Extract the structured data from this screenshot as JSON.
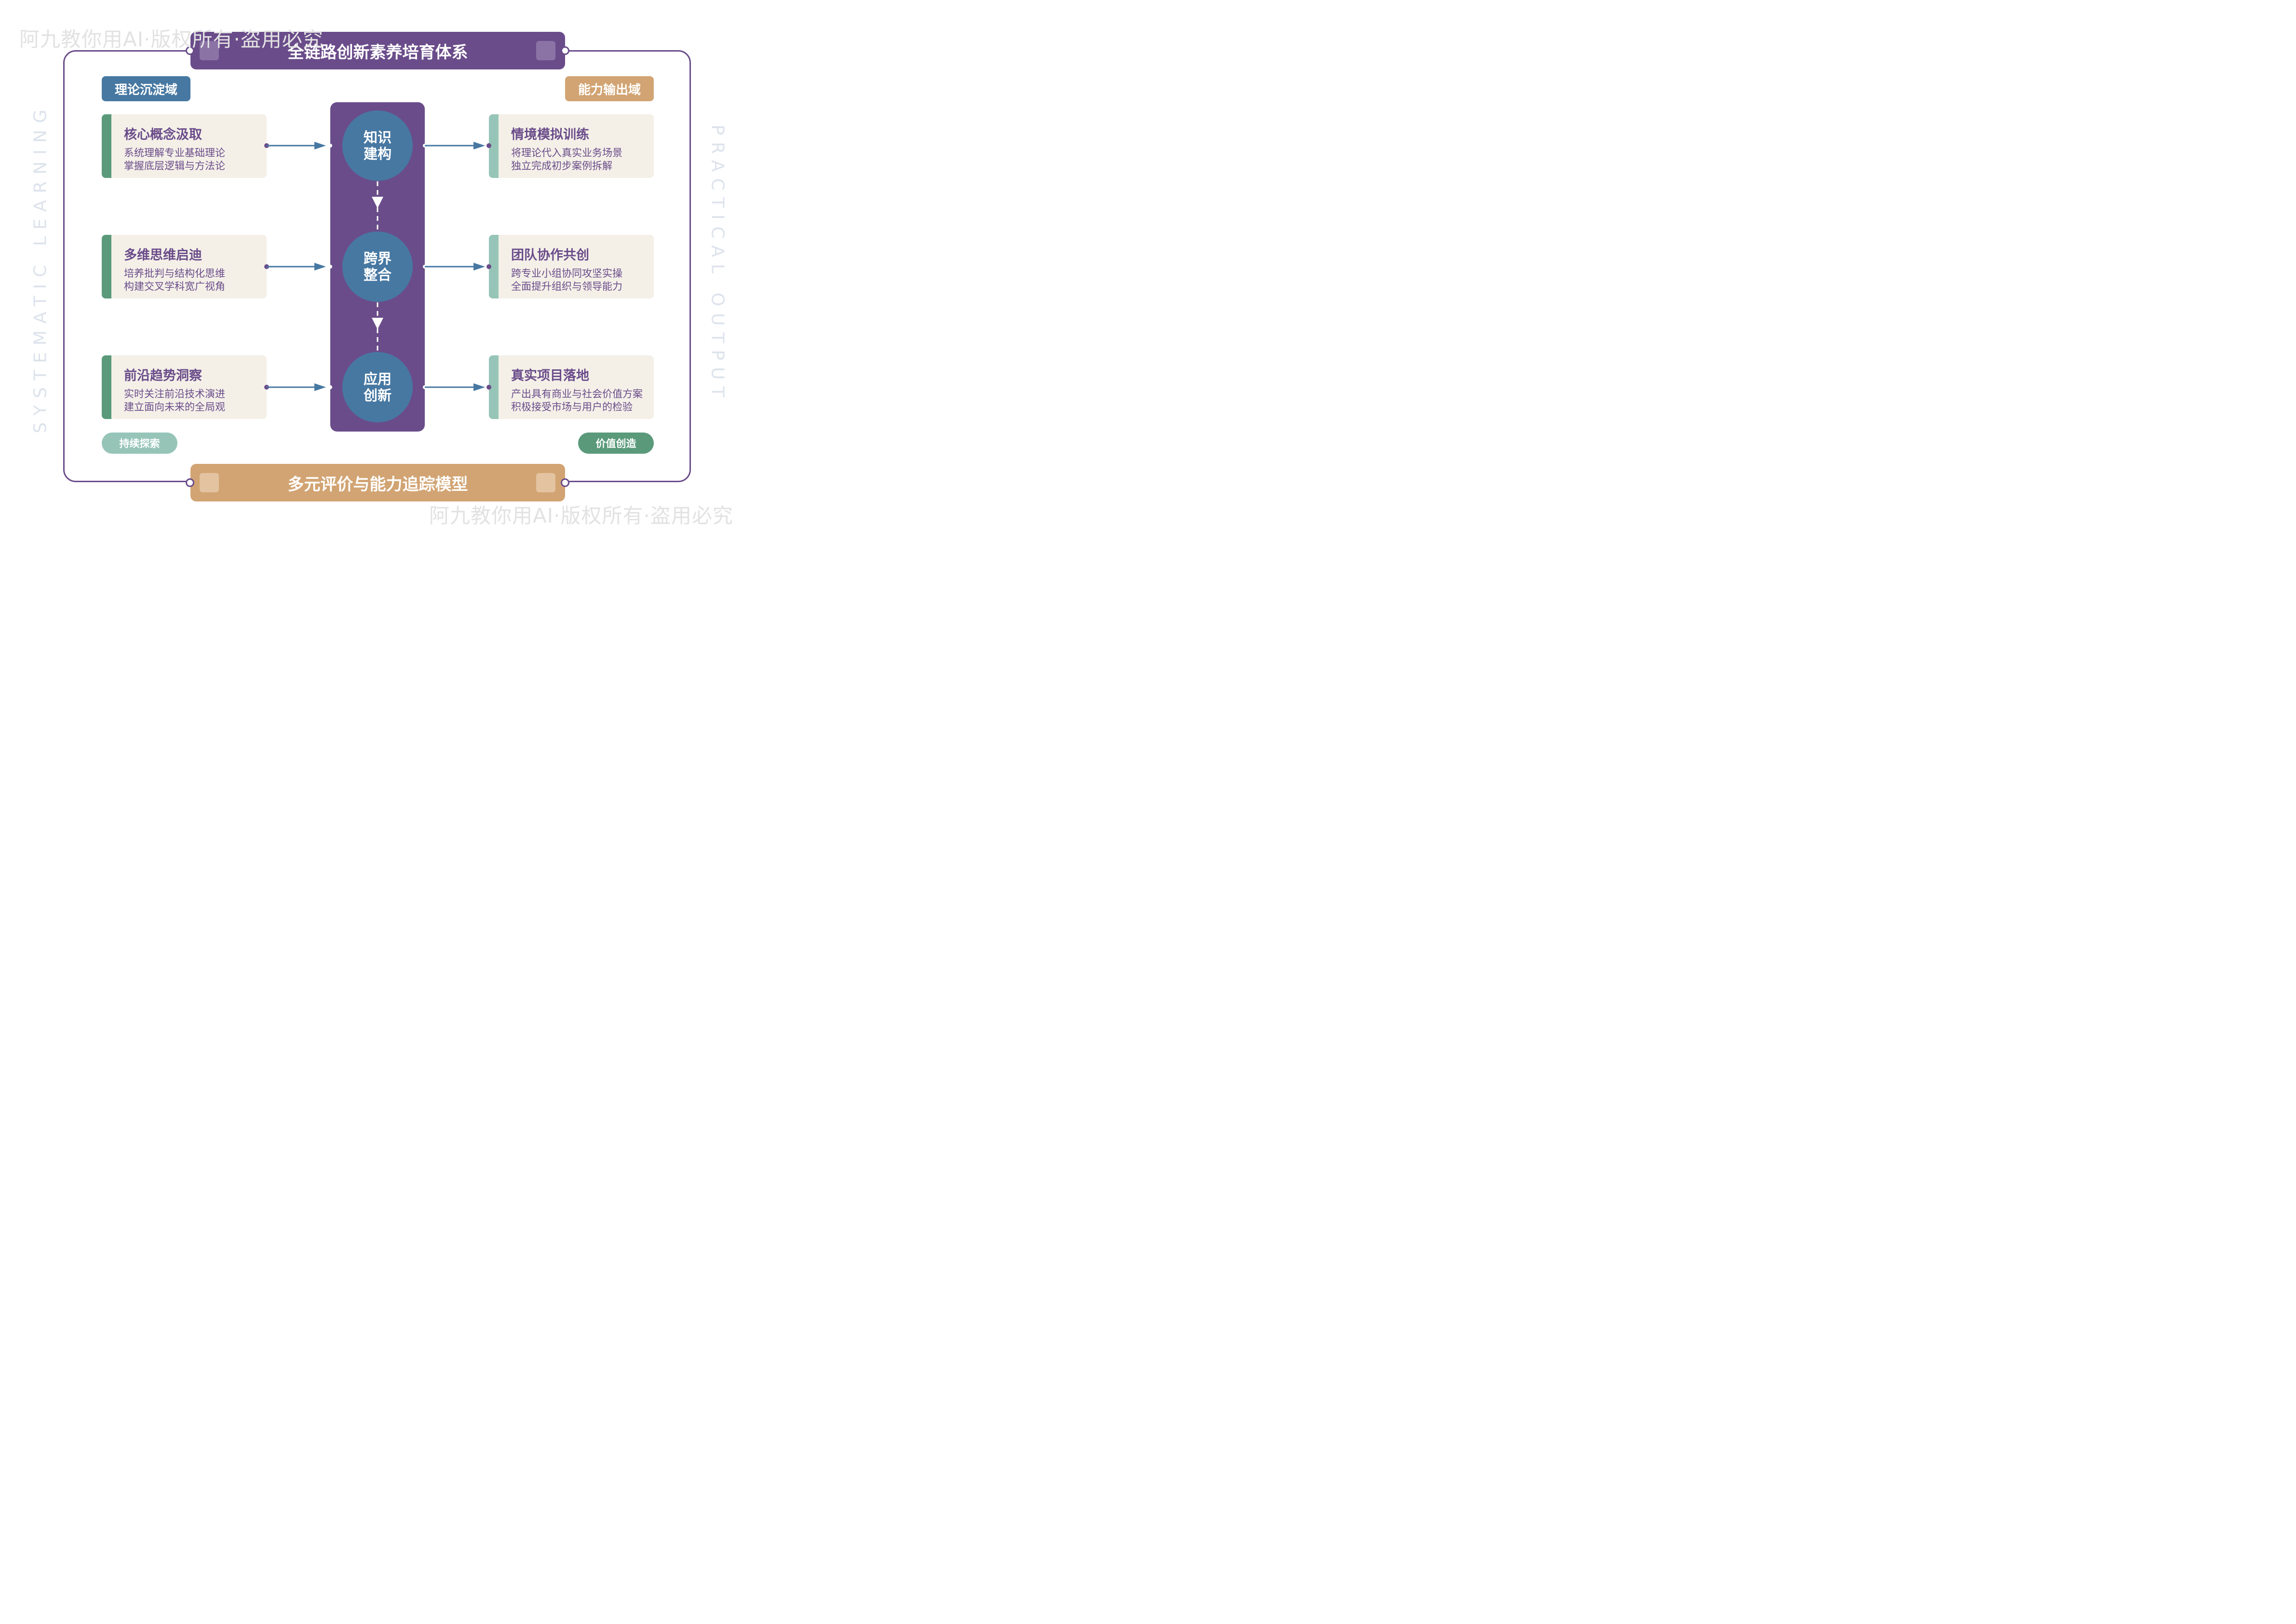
{
  "watermark": "阿九教你用AI·版权所有·盗用必究",
  "header": {
    "title": "全链路创新素养培育体系"
  },
  "footer": {
    "title": "多元评价与能力追踪模型"
  },
  "domains": {
    "left": "理论沉淀域",
    "right": "能力输出域"
  },
  "side_labels": {
    "left": "SYSTEMATIC LEARNING",
    "right": "PRACTICAL OUTPUT"
  },
  "left_cards": [
    {
      "title": "核心概念汲取",
      "lines": [
        "系统理解专业基础理论",
        "掌握底层逻辑与方法论"
      ]
    },
    {
      "title": "多维思维启迪",
      "lines": [
        "培养批判与结构化思维",
        "构建交叉学科宽广视角"
      ]
    },
    {
      "title": "前沿趋势洞察",
      "lines": [
        "实时关注前沿技术演进",
        "建立面向未来的全局观"
      ]
    }
  ],
  "right_cards": [
    {
      "title": "情境模拟训练",
      "lines": [
        "将理论代入真实业务场景",
        "独立完成初步案例拆解"
      ]
    },
    {
      "title": "团队协作共创",
      "lines": [
        "跨专业小组协同攻坚实操",
        "全面提升组织与领导能力"
      ]
    },
    {
      "title": "真实项目落地",
      "lines": [
        "产出具有商业与社会价值方案",
        "积极接受市场与用户的检验"
      ]
    }
  ],
  "nodes": [
    {
      "line1": "知识",
      "line2": "建构"
    },
    {
      "line1": "跨界",
      "line2": "整合"
    },
    {
      "line1": "应用",
      "line2": "创新"
    }
  ],
  "pills": {
    "left": "持续探索",
    "right": "价值创造"
  },
  "colors": {
    "purple": "#6a4c8a",
    "blue": "#4778a2",
    "tan": "#d2a473",
    "card_bg": "#f4f0e8",
    "green_dark": "#5a9a7a",
    "green_light": "#96c5b8"
  }
}
